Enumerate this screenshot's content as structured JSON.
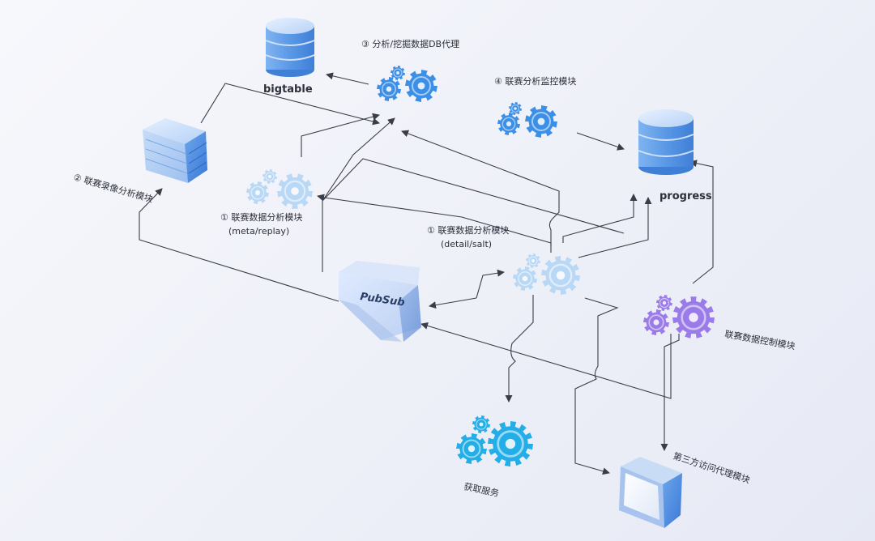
{
  "colors": {
    "blue_gear": "#3c8fe6",
    "light_gear": "#b9d8f5",
    "purple_gear": "#9a7be8",
    "cyan_gear": "#23aee8",
    "db_blue": "#5e9fe8"
  },
  "nodes": {
    "bigtable": "bigtable",
    "progress": "progress",
    "pubsub": "PubSub",
    "db_proxy": "③ 分析/挖掘数据DB代理",
    "monitor": "④ 联赛分析监控模块",
    "replay_analysis": "② 联赛录像分析模块",
    "meta_analysis_1": "① 联赛数据分析模块",
    "meta_analysis_2": "(meta/replay)",
    "detail_analysis_1": "① 联赛数据分析模块",
    "detail_analysis_2": "(detail/salt)",
    "control": "联赛数据控制模块",
    "fetch": "获取服务",
    "third_party": "第三方访问代理模块"
  }
}
